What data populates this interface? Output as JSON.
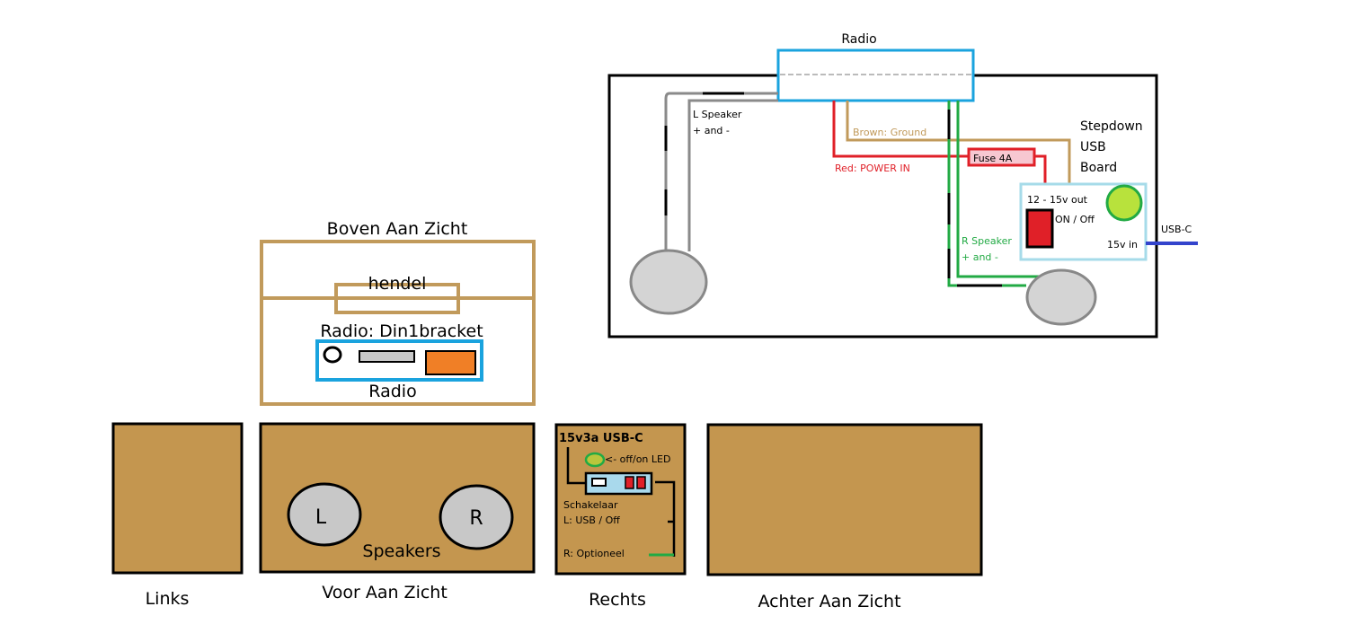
{
  "colors": {
    "wood": "#c4964f",
    "wood_outline": "#c19a5b",
    "black": "#000000",
    "radio_blue": "#1aa3de",
    "light_blue_fill": "#a9d9ec",
    "board_outline": "#a6dbe9",
    "red": "#e02028",
    "brown_wire": "#c19a5b",
    "green": "#22aa44",
    "grey": "#8a8a8a",
    "speaker_grey": "#d4d4d4",
    "usb_blue": "#3344cc",
    "led_green": "#b8e23c",
    "orange": "#f07f26"
  },
  "wiring": {
    "radio_label": "Radio",
    "l_speaker_line1": "L Speaker",
    "l_speaker_line2": "+ and -",
    "brown_label": "Brown: Ground",
    "red_label": "Red: POWER IN",
    "fuse_label": "Fuse 4A",
    "stepdown_line1": "Stepdown",
    "stepdown_line2": "USB",
    "stepdown_line3": "Board",
    "out_label": "12 - 15v out",
    "switch_label": "ON / Off",
    "in_label": "15v in",
    "usb_label": "USB-C",
    "r_speaker_line1": "R Speaker",
    "r_speaker_line2": "+ and -"
  },
  "top_view": {
    "title": "Boven Aan Zicht",
    "handle_label": "hendel",
    "bracket_label": "Radio: Din1bracket",
    "radio_label": "Radio"
  },
  "views": {
    "left_label": "Links",
    "front_label": "Voor Aan Zicht",
    "speaker_l": "L",
    "speaker_r": "R",
    "speakers_label": "Speakers",
    "right_label": "Rechts",
    "back_label": "Achter Aan Zicht"
  },
  "right_panel": {
    "usb_label": "15v3a USB-C",
    "led_label": "<- off/on LED",
    "switch_label": "Schakelaar",
    "switch_l": "L: USB / Off",
    "switch_r": "R: Optioneel"
  }
}
